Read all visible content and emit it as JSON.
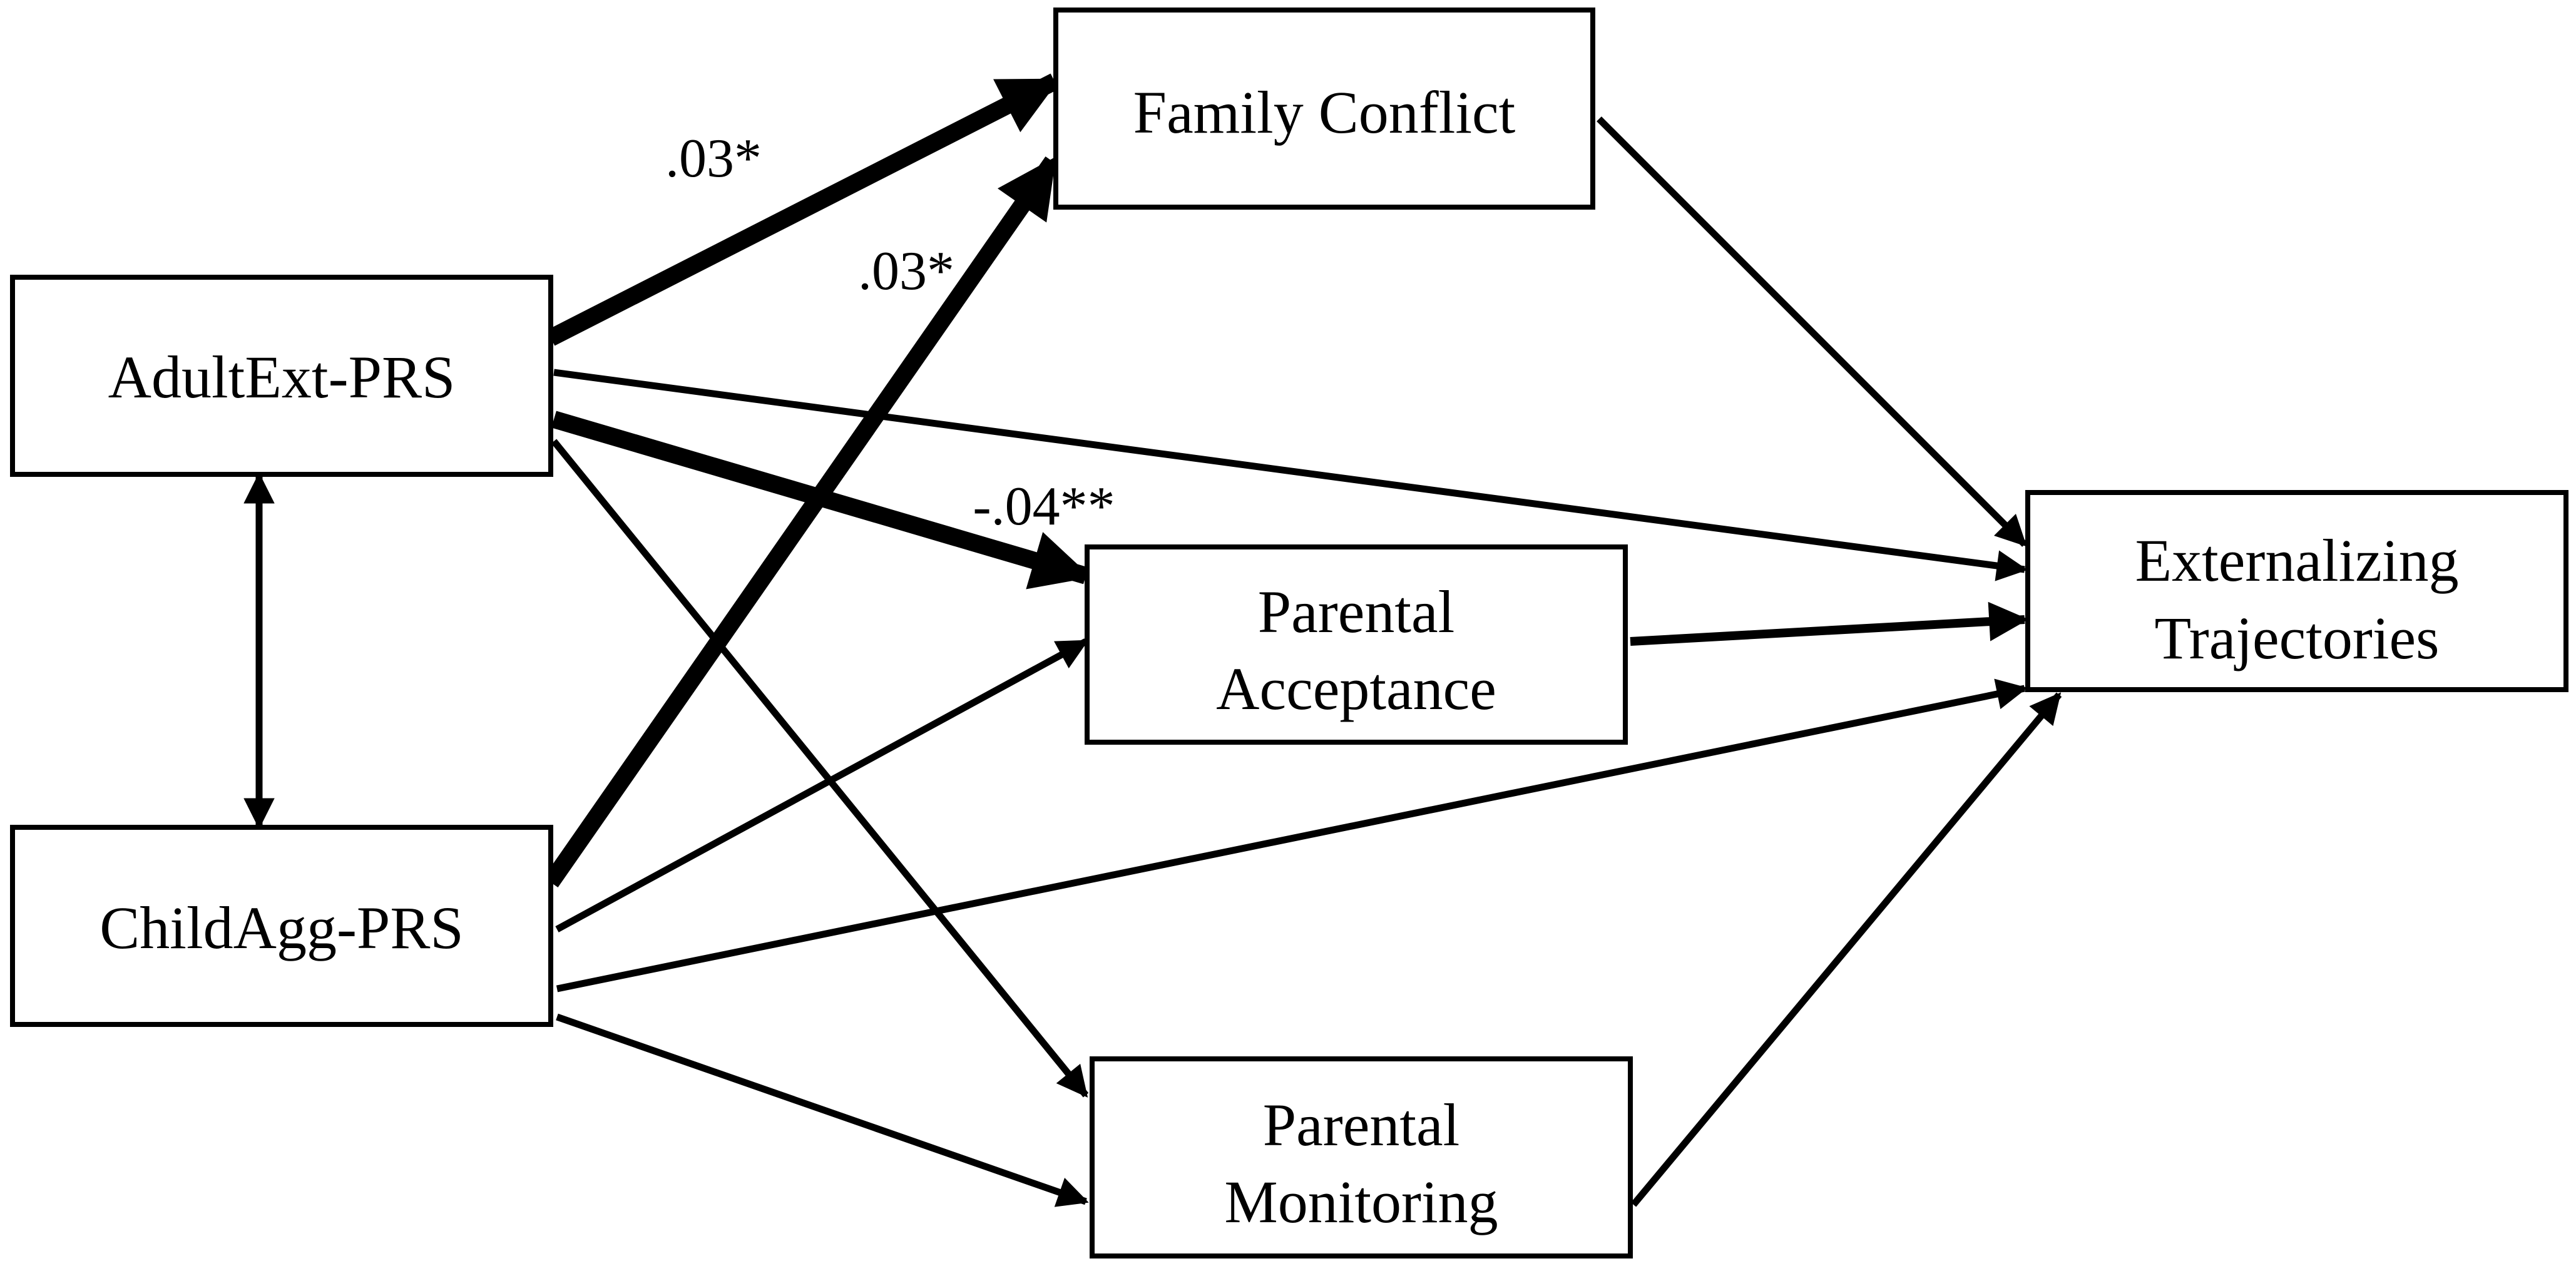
{
  "nodes": {
    "adult_ext_prs": {
      "lines": [
        "AdultExt-PRS"
      ]
    },
    "child_agg_prs": {
      "lines": [
        "ChildAgg-PRS"
      ]
    },
    "family_conflict": {
      "lines": [
        "Family Conflict"
      ]
    },
    "parental_acceptance": {
      "lines": [
        "Parental",
        "Acceptance"
      ]
    },
    "parental_monitoring": {
      "lines": [
        "Parental",
        "Monitoring"
      ]
    },
    "externalizing_trajectories": {
      "lines": [
        "Externalizing",
        "Trajectories"
      ]
    }
  },
  "coefficients": {
    "adult_to_family_conflict": ".03*",
    "child_to_family_conflict": ".03*",
    "adult_to_parental_acceptance": "-.04**"
  },
  "colors": {
    "stroke": "#000000",
    "background": "#ffffff"
  }
}
